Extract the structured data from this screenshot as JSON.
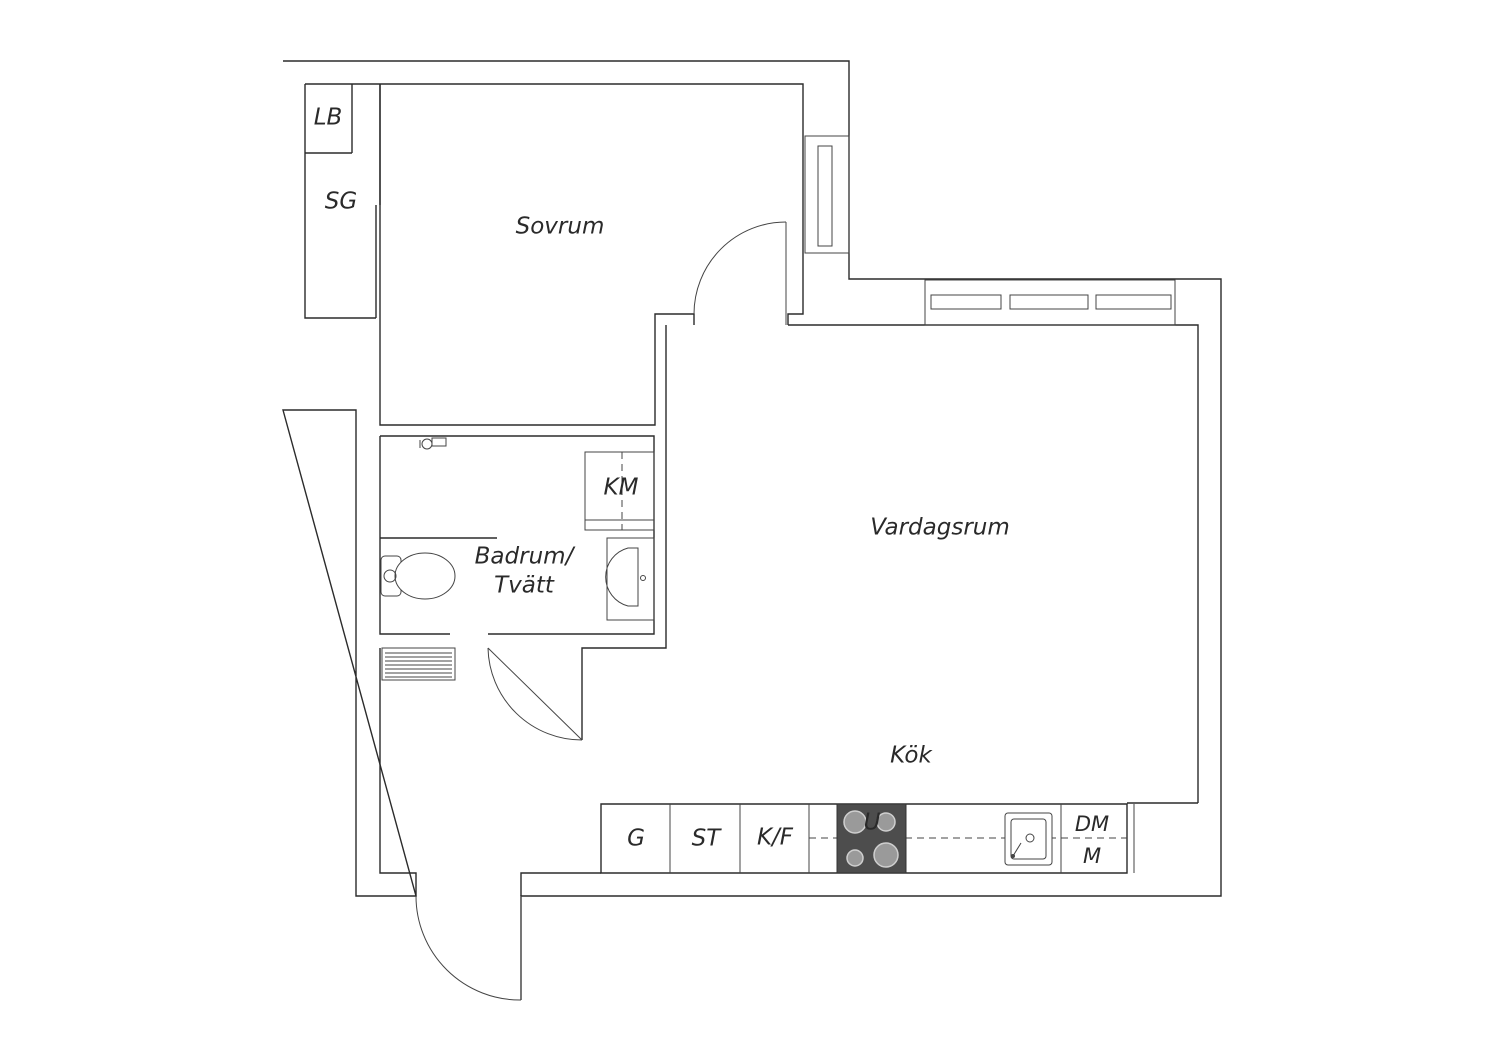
{
  "rooms": {
    "bedroom": "Sovrum",
    "living_room": "Vardagsrum",
    "bathroom_line1": "Badrum/",
    "bathroom_line2": "Tvätt",
    "kitchen": "Kök"
  },
  "storage": {
    "linen_cabinet": "LB",
    "wardrobe": "SG",
    "washing_machine": "KM"
  },
  "kitchen_units": {
    "freezer": "G",
    "pantry": "ST",
    "fridge_freezer": "K/F",
    "oven": "U",
    "dishwasher_line1": "DM",
    "dishwasher_line2": "M"
  },
  "colors": {
    "wall": "#2b2b2b",
    "cooktop": "#4d4d4d",
    "burner": "#9a9a9a"
  }
}
